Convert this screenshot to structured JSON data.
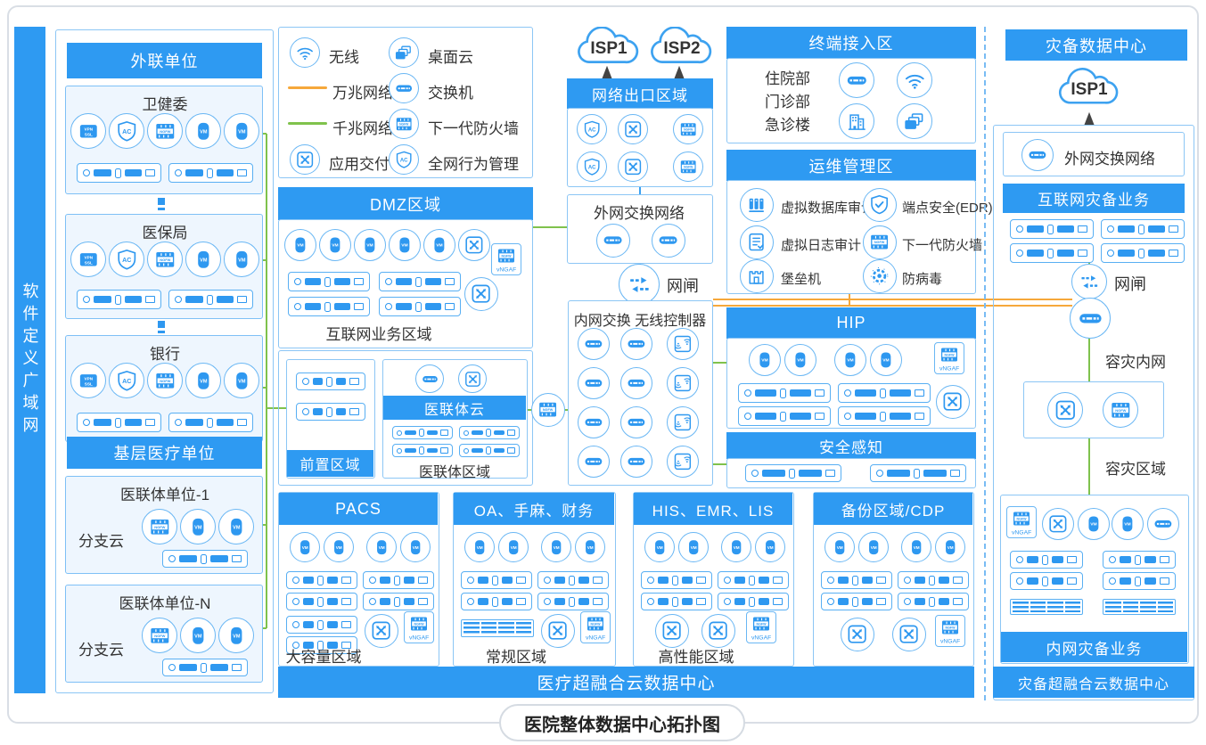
{
  "sdwan_label": "软件定义广域网",
  "external": {
    "header": "外联单位",
    "units": [
      {
        "name": "卫健委"
      },
      {
        "name": "医保局"
      },
      {
        "name": "银行"
      }
    ],
    "grassroots_header": "基层医疗单位",
    "branch_units": [
      {
        "name": "医联体单位-1",
        "cloud_label": "分支云"
      },
      {
        "name": "医联体单位-N",
        "cloud_label": "分支云"
      }
    ]
  },
  "legend": {
    "wireless": "无线",
    "desktop_cloud": "桌面云",
    "ten_gb": "万兆网络",
    "switch": "交换机",
    "one_gb": "千兆网络",
    "ngfw": "下一代防火墙",
    "app_delivery": "应用交付",
    "behavior_mgmt": "全网行为管理"
  },
  "dmz": {
    "header": "DMZ区域",
    "zone_label": "互联网业务区域"
  },
  "front_zone_label": "前置区域",
  "union": {
    "cloud_header": "医联体云",
    "zone_label": "医联体区域"
  },
  "exit": {
    "header": "网络出口区域",
    "isp1": "ISP1",
    "isp2": "ISP2"
  },
  "ext_switch_label": "外网交换网络",
  "gateway_label": "网闸",
  "internal_switch_label": "内网交换 无线控制器",
  "terminal": {
    "header": "终端接入区",
    "buildings": [
      "住院部",
      "门诊部",
      "急诊楼"
    ]
  },
  "ops": {
    "header": "运维管理区",
    "items": [
      "虚拟数据库审计",
      "端点安全(EDR)",
      "虚拟日志审计",
      "下一代防火墙",
      "堡垒机",
      "防病毒"
    ]
  },
  "hip_header": "HIP",
  "security_label": "安全感知",
  "zones": [
    {
      "header": "PACS",
      "zone_label": "大容量区域"
    },
    {
      "header": "OA、手麻、财务",
      "zone_label": "常规区域"
    },
    {
      "header": "HIS、EMR、LIS",
      "zone_label": "高性能区域"
    },
    {
      "header": "备份区域/CDP",
      "zone_label": ""
    }
  ],
  "med_dc_label": "医疗超融合云数据中心",
  "dr": {
    "header": "灾备数据中心",
    "isp": "ISP1",
    "ext_switch_label": "外网交换网络",
    "internet_dr_label": "互联网灾备业务",
    "gateway_label": "网闸",
    "intranet_label": "容灾内网",
    "zone_label": "容灾区域",
    "intranet_dr_label": "内网灾备业务",
    "dc_label": "灾备超融合云数据中心"
  },
  "diagram_title": "医院整体数据中心拓扑图",
  "icon_text": {
    "vm": "VM",
    "ngfw": "NGFW",
    "ac": "AC",
    "vpn_ssl": "VPN SSL",
    "vngaf": "vNGAF"
  },
  "colors": {
    "primary": "#2e9af2",
    "gigabit": "#7fc24c",
    "ten_gigabit": "#f6a83b"
  }
}
